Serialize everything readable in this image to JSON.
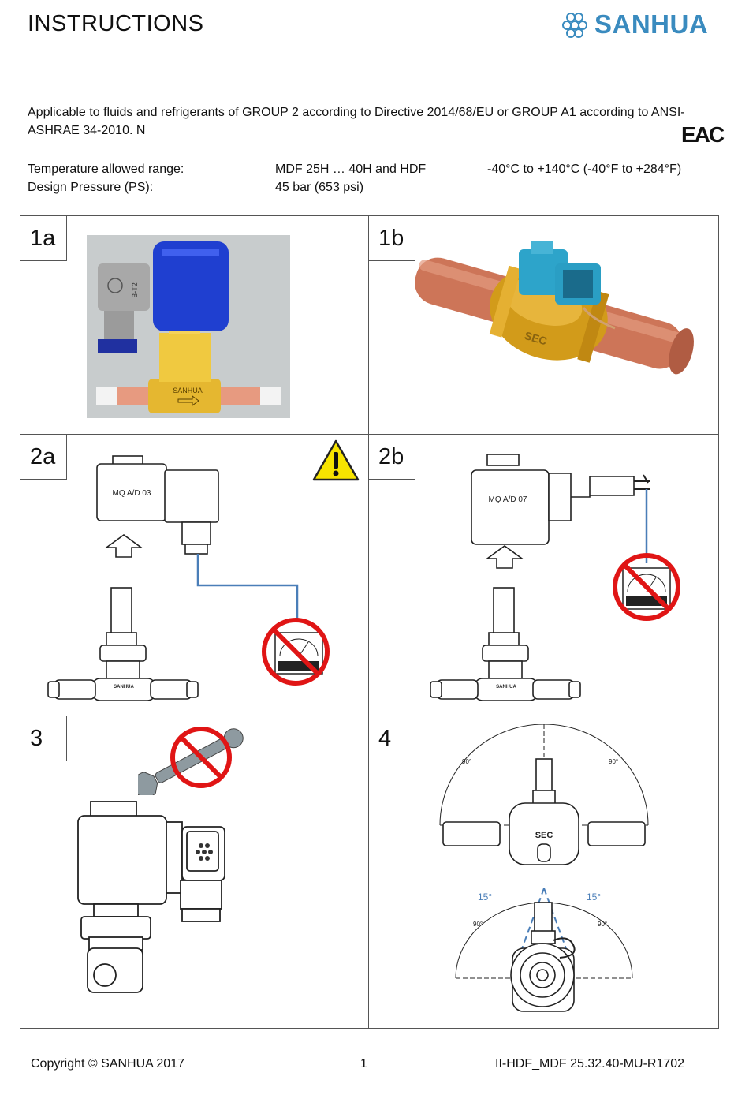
{
  "header": {
    "title": "INSTRUCTIONS",
    "logo_text": "SANHUA"
  },
  "intro": {
    "text": "Applicable to fluids and refrigerants of GROUP 2 according to Directive 2014/68/EU or GROUP A1 according to ANSI-ASHRAE 34-2010. N",
    "mark": "EAC"
  },
  "specs": {
    "temperature_label": "Temperature allowed range:",
    "temperature_models": "MDF 25H … 40H and HDF",
    "temperature_value": "-40°C to +140°C (-40°F to +284°F)",
    "pressure_label": "Design Pressure (PS):",
    "pressure_value": "45 bar (653 psi)"
  },
  "panels": {
    "p1a": "1a",
    "p1b": "1b",
    "p2a": "2a",
    "p2b": "2b",
    "p3": "3",
    "p4": "4"
  },
  "labels": {
    "coil_2a": "MQ A/D 03",
    "coil_2b": "MQ A/D 07",
    "valve_brand": "SANHUA",
    "body_mark": "SEC",
    "coil_1a": "B-T2",
    "angle_left": "15°",
    "angle_right": "15°",
    "arc_tick_top_left": "90°",
    "arc_tick_top_right": "90°",
    "arc_tick_bottom_left": "90°",
    "arc_tick_bottom_right": "90°"
  },
  "footer": {
    "copyright": "Copyright © SANHUA 2017",
    "page": "1",
    "doc_code": "II-HDF_MDF 25.32.40-MU-R1702"
  },
  "colors": {
    "logo_blue": "#3a8bbf",
    "coil_blue": "#1f3fd0",
    "coil_teal": "#2a9ec4",
    "brass": "#d9a521",
    "copper": "#cf7a5e",
    "prohibit_red": "#e01515",
    "warning_yellow": "#f7e400",
    "wire_blue": "#4a7eb8"
  }
}
